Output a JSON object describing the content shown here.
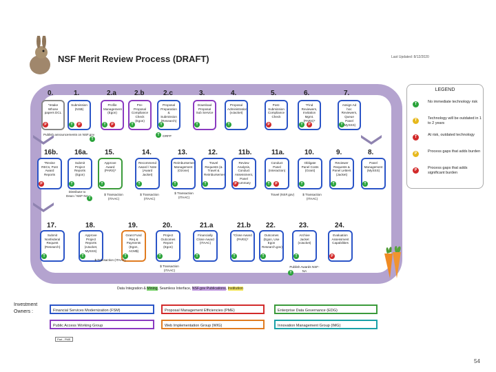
{
  "title": "NSF Merit Review Process (DRAFT)",
  "updated": "Last Updated: 8/12/2020",
  "page_number": "54",
  "colors": {
    "track": "#b4a3cf",
    "technology_green": "#2aa33a",
    "technology_red": "#d22a2a"
  },
  "icons": {
    "rabbit": "rabbit-image",
    "carrots": "carrots-image"
  },
  "steps_top": [
    {
      "num": "0.",
      "text": "*Intake Whose papers DCL",
      "tag": "P",
      "tag2": "",
      "border": "gray"
    },
    {
      "num": "1.",
      "text": "Submission (NSB)",
      "tag": "T",
      "tag2": "P",
      "border": "blue"
    },
    {
      "num": "2.a",
      "text": "Profile Management (Egon)",
      "tag": "T",
      "tag2": "P",
      "border": "purple"
    },
    {
      "num": "2.b",
      "text": "Pre-Proposal Compliance Check (Egon)",
      "tag": "T",
      "tag2": "",
      "border": "purple"
    },
    {
      "num": "2.c",
      "text": "Proposal Preparation & Submission (Research)",
      "tag": "T",
      "tag2": "",
      "border": "blue"
    },
    {
      "num": "3.",
      "text": "Download Proposal Sub Service",
      "tag": "T",
      "tag2": "",
      "border": "purple"
    },
    {
      "num": "4.",
      "text": "Proposal Administration (eJacket)",
      "tag": "T",
      "tag2": "",
      "border": "blue"
    },
    {
      "num": "5.",
      "text": "Post-Submission Compliance Check",
      "tag": "P",
      "tag2": "",
      "border": "blue"
    },
    {
      "num": "6.",
      "text": "*Find Reviewers, Invitation Mgmt. (PARS)*",
      "tag": "T",
      "tag2": "P",
      "border": "blue"
    },
    {
      "num": "7.",
      "text": "Assign Ad hoc Reviewers, Queue Panel (MySSS)",
      "tag": "T",
      "tag2": "",
      "border": "blue"
    }
  ],
  "steps_mid": [
    {
      "num": "16b.",
      "text": "*Revise RECs, Post Award Reports",
      "tag": "P",
      "tag2": "",
      "border": "blue"
    },
    {
      "num": "16a.",
      "text": "Submit Project Reports (Egon)",
      "tag": "T",
      "tag2": "",
      "border": "blue"
    },
    {
      "num": "15.",
      "text": "Approve Award (PARS)*",
      "tag": "T",
      "tag2": "",
      "border": "green"
    },
    {
      "num": "14.",
      "text": "Recommend Award / Note (Award Jacket)",
      "tag": "T",
      "tag2": "",
      "border": "blue"
    },
    {
      "num": "13.",
      "text": "Reimbursement Management (Ozone)",
      "tag": "T",
      "tag2": "",
      "border": "blue"
    },
    {
      "num": "12.",
      "text": "Travel Requests (& Travel & Reimbursement)",
      "tag": "T",
      "tag2": "",
      "border": "blue"
    },
    {
      "num": "11b.",
      "text": "Review Analysis, Conduct Assessment, Panel Summary",
      "tag": "P",
      "tag2": "",
      "border": "blue"
    },
    {
      "num": "11a.",
      "text": "Conduct Panel (Interaction)",
      "tag": "T",
      "tag2": "P",
      "border": "blue"
    },
    {
      "num": "10.",
      "text": "Obligate Panel Costs (Grant)",
      "tag": "T",
      "tag2": "",
      "border": "blue"
    },
    {
      "num": "9.",
      "text": "Reviewer Requests & Panel Letters (Jacket)",
      "tag": "T",
      "tag2": "",
      "border": "blue"
    },
    {
      "num": "8.",
      "text": "Panel Management (MySSS)",
      "tag": "T",
      "tag2": "",
      "border": "blue"
    }
  ],
  "steps_bottom": [
    {
      "num": "17.",
      "text": "Submit Nonfederal Request (Research)",
      "tag": "T",
      "tag2": "",
      "border": "blue"
    },
    {
      "num": "18.",
      "text": "Approve Project Reports (eJacket, MySSS)",
      "tag": "T",
      "tag2": "",
      "border": "blue"
    },
    {
      "num": "19.",
      "text": "Grant Fund Req & Payments (Egon, ACM$)",
      "tag": "T",
      "tag2": "",
      "border": "orange"
    },
    {
      "num": "20.",
      "text": "Project Outcomes Report (Egon)",
      "tag": "T",
      "tag2": "",
      "border": "blue"
    },
    {
      "num": "21.a",
      "text": "Financially Close Award (ITAAC)",
      "tag": "T",
      "tag2": "",
      "border": "blue"
    },
    {
      "num": "21.b",
      "text": "*Close Award (PARS)*",
      "tag": "T",
      "tag2": "",
      "border": "blue"
    },
    {
      "num": "22.",
      "text": "Outcomes (Egon, Use Egon Research.gov)",
      "tag": "T",
      "tag2": "",
      "border": "blue"
    },
    {
      "num": "23.",
      "text": "Archive Jacket (eJacket)",
      "tag": "T",
      "tag2": "",
      "border": "blue"
    },
    {
      "num": "24.",
      "text": "Evaluation Assessment Capabilities",
      "tag": "P",
      "tag2": "",
      "border": "blue"
    }
  ],
  "notes": {
    "publish": "Publish announcements on NSF.gov",
    "publish_tag": "T",
    "grfp": "GRFP",
    "grfp_tag": "T",
    "transaction_15": "$ Transaction (ITAAC)",
    "transaction_14": "$ Transaction (ITAAC)",
    "transaction_13": "$ Transaction (ITAAC)",
    "distribute": "Distribute to Dean / NSF-NA",
    "distribute_tag": "T",
    "travel_gov": "Travel (NSF.gov)",
    "transaction_10": "$ Transaction (ITAAC)",
    "transaction_18": "$ Transaction (ITAAC)",
    "transaction_19": "$ Transaction (ITAAC)",
    "publish_award": "Publish Awards NSF-NA",
    "publish_award_tag": "T"
  },
  "legend": {
    "title": "LEGEND",
    "items": [
      {
        "tag": "T",
        "color": "#2aa33a",
        "text": "No immediate technology risk"
      },
      {
        "tag": "T",
        "color": "#e6b81c",
        "text": "Technology will be outdated in 1 to 2 years"
      },
      {
        "tag": "T",
        "color": "#d22a2a",
        "text": "At risk, outdated technology"
      },
      {
        "tag": "P",
        "color": "#e6b81c",
        "text": "Process gaps that adds burden"
      },
      {
        "tag": "P",
        "color": "#d22a2a",
        "text": "Process gaps that adds significant burden"
      }
    ]
  },
  "integration": {
    "prefix": "Data Integration & ",
    "mining": "Mining",
    "middle": ", Seamless Interface, ",
    "publications": "NSF.gov Publications",
    "sep": ", ",
    "institution": "Institution"
  },
  "owners": {
    "label": "Investment Owners :",
    "boxes": [
      {
        "text": "Financial Services Modernization (FSM)",
        "border": "#2a54c7"
      },
      {
        "text": "Proposal Management Efficiencies (PME)",
        "border": "#d22a2a"
      },
      {
        "text": "Enterprise Data Governance (EDG)",
        "border": "#3a9a3a"
      },
      {
        "text": "Public Access Working Group",
        "border": "#8a3ac0"
      },
      {
        "text": "Web Implementation Group (WIG)",
        "border": "#e07b1f"
      },
      {
        "text": "Innovation Management Group (IMG)",
        "border": "#19a0a8"
      }
    ],
    "ref": "Part - PME"
  }
}
